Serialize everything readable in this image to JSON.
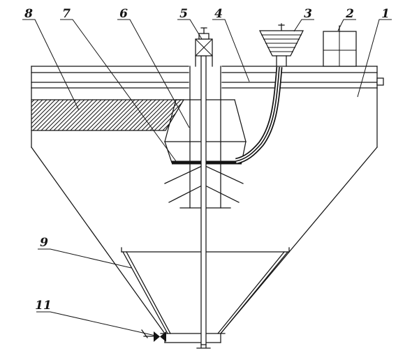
{
  "figure": {
    "type": "engineering-line-drawing",
    "background_color": "#ffffff",
    "line_color": "#141414",
    "callouts": [
      {
        "text": "8"
      },
      {
        "text": "7"
      },
      {
        "text": "6"
      },
      {
        "text": "5"
      },
      {
        "text": "4"
      },
      {
        "text": "3"
      },
      {
        "text": "2"
      },
      {
        "text": "1"
      },
      {
        "text": "9"
      },
      {
        "text": "11"
      }
    ]
  }
}
